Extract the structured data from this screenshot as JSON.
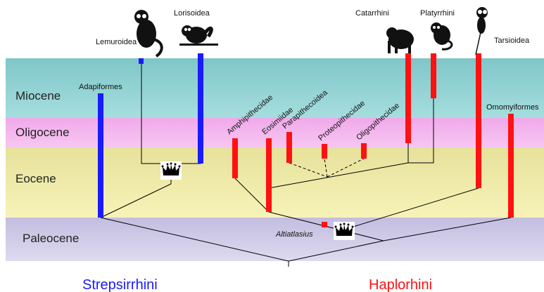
{
  "colors": {
    "strepsirrhini": "#1a1aff",
    "haplorhini": "#ff1111",
    "miocene_band": "#8fd0d0",
    "oligocene_band": "#f4b6ee",
    "eocene_band": "#eeeba2",
    "paleocene_band": "#cfc9e6"
  },
  "epochs": {
    "miocene": "Miocene",
    "oligocene": "Oligocene",
    "eocene": "Eocene",
    "paleocene": "Paleocene"
  },
  "taxa": {
    "lemuroidea": "Lemuroidea",
    "lorisoidea": "Lorisoidea",
    "adapiformes": "Adapiformes",
    "catarrhini": "Catarrhini",
    "platyrrhini": "Platyrrhini",
    "tarsioidea": "Tarsioidea",
    "omomyiformes": "Omomyiformes",
    "amphipithecidae": "Amphipithecidae",
    "eosimiidae": "Eosimiidae",
    "parapithecoidea": "Parapithecoidea",
    "proteopithecidae": "Proteopithecidae",
    "oligopithecidae": "Oligopithecidae",
    "altiatlasius": "Altiatlasius"
  },
  "clades": {
    "strepsirrhini": "Strepsirrhini",
    "haplorhini": "Haplorhini"
  },
  "icons": [
    "lemur-icon",
    "loris-icon",
    "chimpanzee-icon",
    "monkey-icon",
    "tarsier-icon",
    "crown-icon"
  ]
}
